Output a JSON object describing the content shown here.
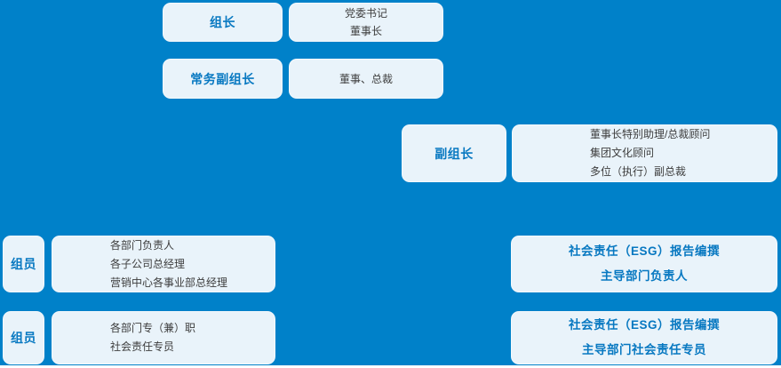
{
  "colors": {
    "background_blue": "#0081C9",
    "box_fill": "#E9F3FA",
    "label_blue": "#0778C1",
    "detail_text": "#3D3D3D"
  },
  "chart": {
    "type": "org-structure-diagram",
    "rows": [
      {
        "role": "组长",
        "members": [
          "党委书记",
          "董事长"
        ]
      },
      {
        "role": "常务副组长",
        "members": [
          "董事、总裁"
        ]
      },
      {
        "role": "副组长",
        "members": [
          "董事长特别助理/总裁顾问",
          "集团文化顾问",
          "多位（执行）副总裁"
        ]
      },
      {
        "role": "组员",
        "members": [
          "各部门负责人",
          "各子公司总经理",
          "营销中心各事业部总经理"
        ],
        "esg": [
          "社会责任（ESG）报告编撰",
          "主导部门负责人"
        ]
      },
      {
        "role": "组员",
        "members": [
          "各部门专（兼）职",
          "社会责任专员"
        ],
        "esg": [
          "社会责任（ESG）报告编撰",
          "主导部门社会责任专员"
        ]
      }
    ]
  }
}
